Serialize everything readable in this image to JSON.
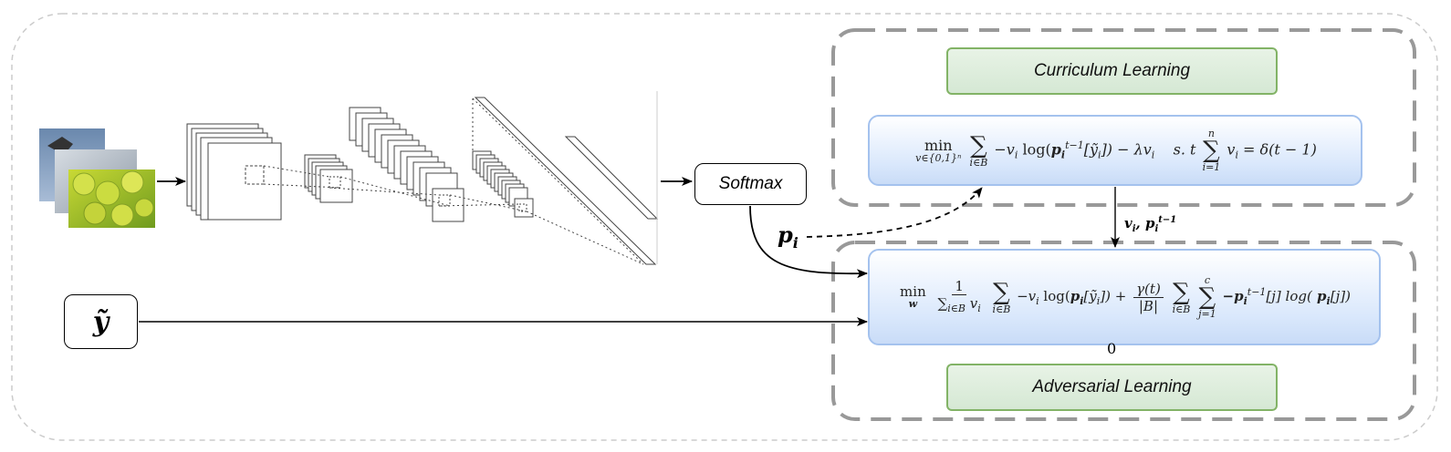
{
  "modules": {
    "curriculum": {
      "label": "Curriculum Learning"
    },
    "adversarial": {
      "label": "Adversarial Learning"
    }
  },
  "nodes": {
    "softmax": "Softmax",
    "noisy_label": "ỹ",
    "p_i": "p",
    "p_i_sub": "i",
    "transfer_label": "v",
    "transfer_sub": "i",
    "transfer_p": "p",
    "transfer_p_sub": "i",
    "transfer_p_sup": "t−1",
    "zero_label": "0"
  },
  "equations": {
    "curriculum": {
      "min": "min",
      "min_sub": "v∈{0,1}ⁿ",
      "sum_sub": "i∈B",
      "term1": "−v",
      "term1_sub": "i",
      "log_open": "log(",
      "p": "p",
      "p_sub": "i",
      "p_sup": "t−1",
      "bracket": "[ỹ",
      "bracket_sub": "i",
      "bracket_close": "]) −  λv",
      "lambda_sub": "i",
      "st": "s. t",
      "sum2_top": "n",
      "sum2_bottom": "i=1",
      "v": "v",
      "v_sub": "i",
      "rhs": " =  δ(t − 1)"
    },
    "adversarial": {
      "min": "min",
      "min_sub": "w",
      "frac_num": "1",
      "frac_den": "∑",
      "frac_den_sub": "i∈B",
      "frac_den_v": " v",
      "frac_den_v_sub": "i",
      "sum_sub": "i∈B",
      "term1": "−v",
      "term1_sub": "i",
      "log_open": " log(",
      "p": "p",
      "p_sub": "i",
      "bracket": "[ỹ",
      "bracket_sub": "i",
      "bracket_close": "]) +",
      "gamma_num": "γ(t)",
      "gamma_den": "|B|",
      "sum2_sub": "i∈B",
      "sum3_top": "c",
      "sum3_bottom": "j=1",
      "term2": "−p",
      "term2_sub": "i",
      "term2_sup": "t−1",
      "term2_tail": "[j] log(",
      "p2": " p",
      "p2_sub": "i",
      "tail": "[j])"
    }
  },
  "colors": {
    "green_fill": "#d5e8d4",
    "green_border": "#82b366",
    "blue_fill": "#dae8fc",
    "blue_border": "#a4c2ee",
    "dashed_gray": "#999999",
    "outer_dashed": "#cccccc"
  },
  "images": {
    "photo_stack": [
      "bird-photo",
      "cat-photo",
      "tennis-balls-photo"
    ]
  }
}
